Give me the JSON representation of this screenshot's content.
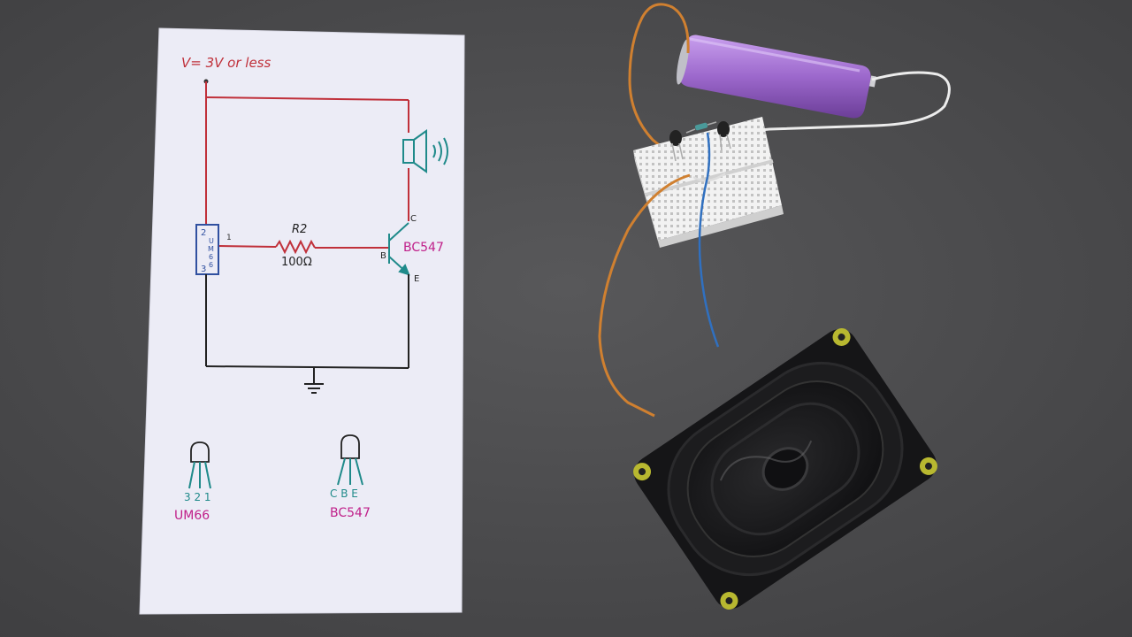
{
  "schematic": {
    "supply_label": "V= 3V or less",
    "resistor_label": "R2",
    "resistor_value": "100Ω",
    "transistor_label": "BC547",
    "pin_c": "C",
    "pin_b": "B",
    "pin_e": "E",
    "ic_pin_top": "2",
    "ic_pin_bottom": "3",
    "ic_pin_right": "1",
    "ic_text_u": "U",
    "ic_text_m": "M",
    "ic_text_6a": "6",
    "ic_text_6b": "6"
  },
  "pinouts": {
    "um66_pins": "3 2 1",
    "um66_label": "UM66",
    "bc547_pins": "C B E",
    "bc547_label": "BC547"
  },
  "colors": {
    "background": "#4a4a4c",
    "paper": "#eeeef8",
    "red_ink": "#c0303a",
    "teal_ink": "#1f8a8a",
    "magenta_ink": "#c0208a",
    "battery": "#a070d0",
    "orange_wire": "#d08030",
    "blue_wire": "#3070c0"
  }
}
